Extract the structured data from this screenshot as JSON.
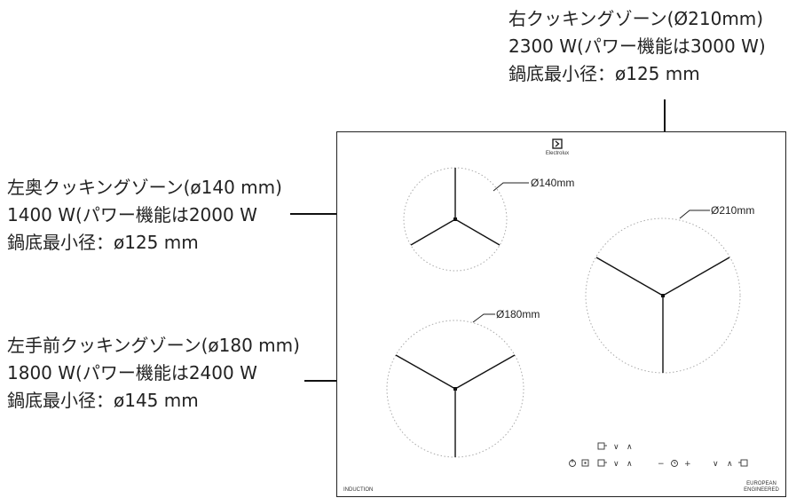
{
  "callouts": {
    "right": {
      "line1": "右クッキングゾーン(Ø210mm)",
      "line2": "2300 W(パワー機能は3000 W)",
      "line3": "鍋底最小径：ø125 mm"
    },
    "back_left": {
      "line1": "左奥クッキングゾーン(ø140 mm)",
      "line2": "1400 W(パワー機能は2000 W",
      "line3": "鍋底最小径：ø125 mm"
    },
    "front_left": {
      "line1": "左手前クッキングゾーン(ø180 mm)",
      "line2": "1800 W(パワー機能は2400 W",
      "line3": "鍋底最小径：ø145 mm"
    }
  },
  "cooktop": {
    "brand": "Electrolux",
    "bottom_left_mark": "INDUCTION",
    "bottom_right_mark_1": "EUROPEAN",
    "bottom_right_mark_2": "ENGINEERED",
    "zones": {
      "back_left_label": "Ø140mm",
      "right_label": "Ø210mm",
      "front_left_label": "Ø180mm"
    },
    "controls": {
      "timer_icon": "clock-icon",
      "minus": "−",
      "plus": "+",
      "down": "∨",
      "up": "∧"
    }
  },
  "icons": {
    "brand_logo": "electrolux-logo-icon",
    "power": "power-icon",
    "lock": "lock-icon",
    "zone_select": "zone-select-icon"
  }
}
